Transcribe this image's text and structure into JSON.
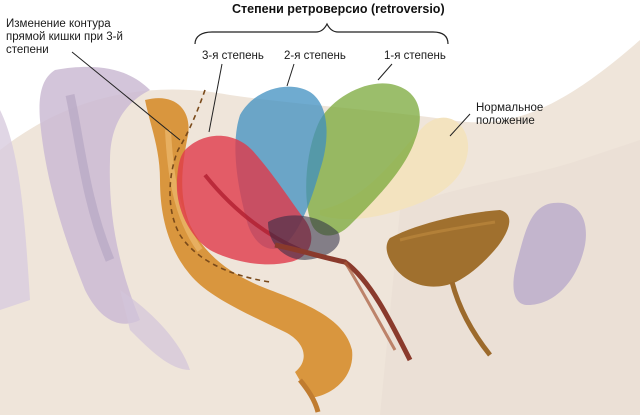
{
  "title": "Степени ретроверсио (retroversio)",
  "labels": {
    "degree3": "3-я степень",
    "degree2": "2-я степень",
    "degree1": "1-я степень",
    "normal_line1": "Нормальное",
    "normal_line2": "положение",
    "rectum_line1": "Изменение контура",
    "rectum_line2": "прямой кишки при 3-й",
    "rectum_line3": "степени"
  },
  "colors": {
    "degree3": "#e03a4a",
    "degree2": "#3f8fc0",
    "degree1": "#7aa83a",
    "normal": "#f3e3bf",
    "rectum": "#d9963e",
    "bladder": "#9c6a2c",
    "tissue": "#eee4d8",
    "spine": "#cbbbd4"
  }
}
